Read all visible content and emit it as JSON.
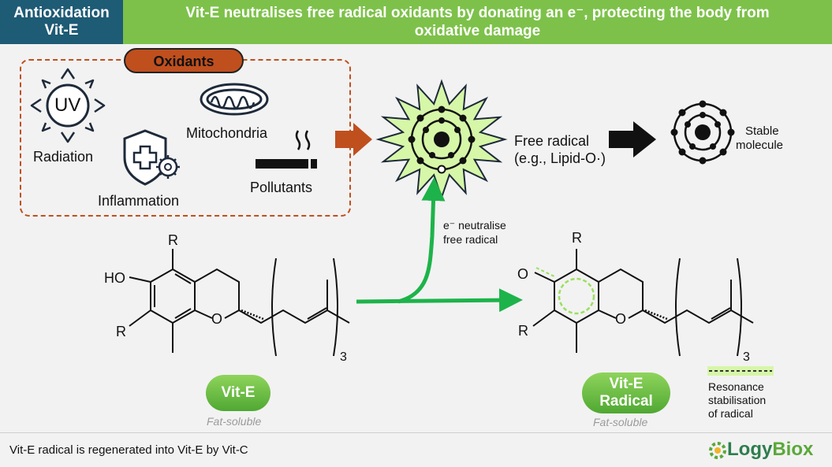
{
  "header": {
    "left_line1": "Antioxidation",
    "left_line2": "Vit-E",
    "title_line1": "Vit-E neutralises free radical oxidants by donating an e⁻, protecting the body from",
    "title_line2": "oxidative damage"
  },
  "oxidants": {
    "title": "Oxidants",
    "uv_text": "UV",
    "radiation": "Radiation",
    "mitochondria": "Mitochondria",
    "inflammation": "Inflammation",
    "pollutants": "Pollutants"
  },
  "free_radical": {
    "label_line1": "Free radical",
    "label_line2": "(e.g., Lipid-O·)"
  },
  "stable": {
    "label_line1": "Stable",
    "label_line2": "molecule"
  },
  "neutralise": {
    "line1": "e⁻ neutralise",
    "line2": "free radical"
  },
  "vite": {
    "pill": "Vit-E",
    "fat": "Fat-soluble",
    "ho": "HO",
    "r_top": "R",
    "r_left": "R",
    "o_ring": "O",
    "sub3": "3"
  },
  "radical": {
    "pill_line1": "Vit-E",
    "pill_line2": "Radical",
    "fat": "Fat-soluble",
    "o_keto": "O",
    "r_top": "R",
    "r_left": "R",
    "o_ring": "O",
    "sub3": "3"
  },
  "resonance": {
    "line1": "Resonance",
    "line2": "stabilisation",
    "line3": "of radical"
  },
  "footer": {
    "text": "Vit-E radical is regenerated into Vit-E by Vit-C"
  },
  "logo": {
    "part1": "Logy",
    "part2": "Biox"
  },
  "colors": {
    "header_left_bg": "#1e5b75",
    "header_right_bg": "#7dc14a",
    "oxidant_accent": "#c04f1e",
    "green_arrow": "#1db34a",
    "burst_fill": "#d6f7a8"
  }
}
